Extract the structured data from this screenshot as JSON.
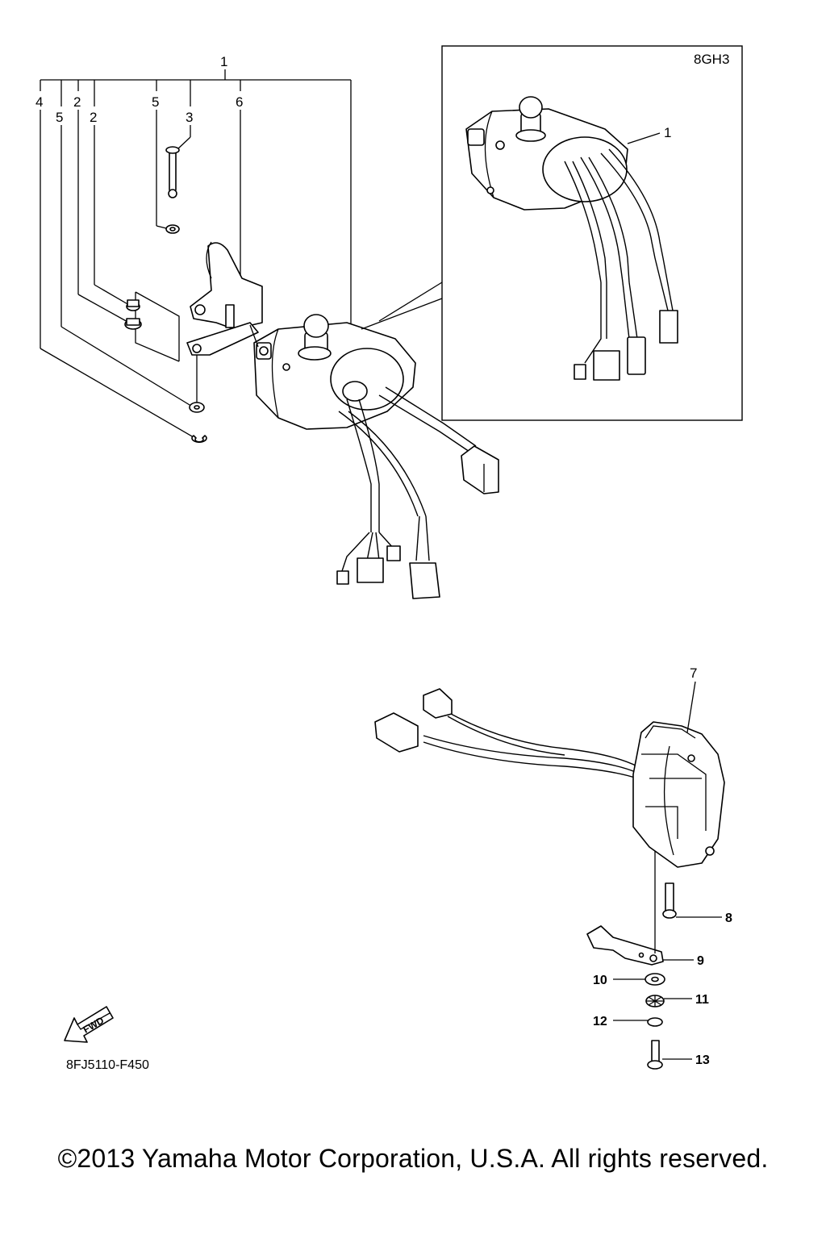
{
  "callouts": {
    "c1_top": "1",
    "c2a": "2",
    "c2b": "2",
    "c3": "3",
    "c4": "4",
    "c5a": "5",
    "c5b": "5",
    "c6": "6",
    "c1_inset": "1",
    "c7": "7",
    "c8": "8",
    "c9": "9",
    "c10": "10",
    "c11": "11",
    "c12": "12",
    "c13": "13"
  },
  "inset_code": "8GH3",
  "fwd_label": "FWD",
  "diagram_code": "8FJ5110-F450",
  "copyright": "©2013 Yamaha Motor Corporation, U.S.A. All rights reserved."
}
